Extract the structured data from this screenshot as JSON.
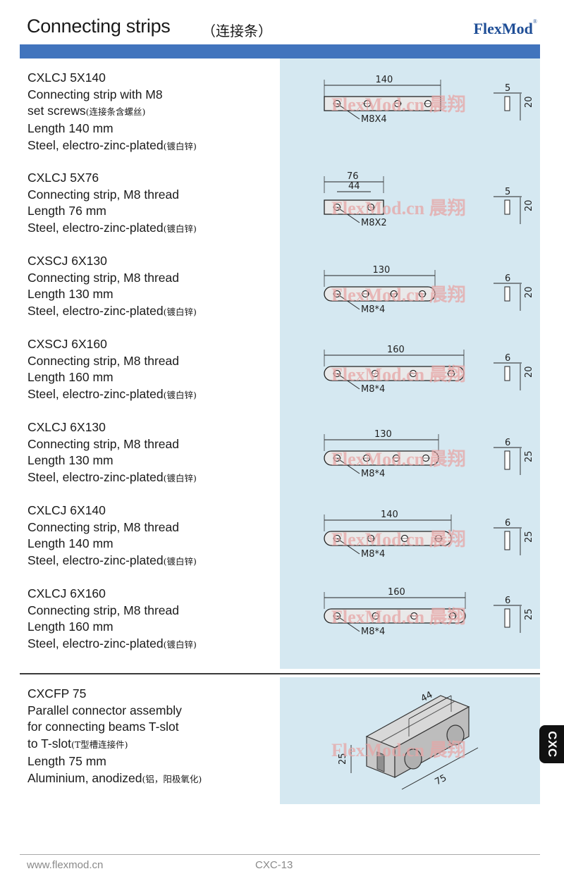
{
  "header": {
    "title": "Connecting strips",
    "title_cn": "（连接条）",
    "brand": "FlexMod",
    "brand_mark": "®"
  },
  "watermark": "FlexMod.cn 晨翔",
  "products": [
    {
      "code": "CXLCJ 5X140",
      "desc_lines": [
        "Connecting strip with M8"
      ],
      "desc_line2": "set screws",
      "desc_line2_cn": "(连接条含螺丝)",
      "length": "Length 140 mm",
      "material": "Steel, electro-zinc-plated",
      "material_cn": "(镀白锌)",
      "drawing": {
        "length_label": "140",
        "thickness_label": "5",
        "height_label": "20",
        "hole_label": "M8X4",
        "holes": 4,
        "round": false
      }
    },
    {
      "code": "CXLCJ 5X76",
      "desc": "Connecting strip, M8 thread",
      "length": "Length 76 mm",
      "material": "Steel, electro-zinc-plated",
      "material_cn": "(镀白锌)",
      "drawing": {
        "length_label": "76",
        "pitch_label": "44",
        "thickness_label": "5",
        "height_label": "20",
        "hole_label": "M8X2",
        "holes": 2,
        "round": false
      }
    },
    {
      "code": "CXSCJ 6X130",
      "desc": "Connecting strip, M8 thread",
      "length": "Length 130 mm",
      "material": "Steel, electro-zinc-plated",
      "material_cn": "(镀白锌)",
      "drawing": {
        "length_label": "130",
        "thickness_label": "6",
        "height_label": "20",
        "hole_label": "M8*4",
        "holes": 4,
        "round": true
      }
    },
    {
      "code": "CXSCJ 6X160",
      "desc": "Connecting strip, M8 thread",
      "length": "Length 160 mm",
      "material": "Steel, electro-zinc-plated",
      "material_cn": "(镀白锌)",
      "drawing": {
        "length_label": "160",
        "thickness_label": "6",
        "height_label": "20",
        "hole_label": "M8*4",
        "holes": 4,
        "round": true
      }
    },
    {
      "code": "CXLCJ 6X130",
      "desc": "Connecting strip, M8 thread",
      "length": "Length 130 mm",
      "material": "Steel, electro-zinc-plated",
      "material_cn": "(镀白锌)",
      "drawing": {
        "length_label": "130",
        "thickness_label": "6",
        "height_label": "25",
        "hole_label": "M8*4",
        "holes": 4,
        "round": true
      }
    },
    {
      "code": "CXLCJ 6X140",
      "desc": "Connecting strip, M8 thread",
      "length": "Length 140 mm",
      "material": "Steel, electro-zinc-plated",
      "material_cn": "(镀白锌)",
      "drawing": {
        "length_label": "140",
        "thickness_label": "6",
        "height_label": "25",
        "hole_label": "M8*4",
        "holes": 4,
        "round": true
      }
    },
    {
      "code": "CXLCJ 6X160",
      "desc": "Connecting strip, M8 thread",
      "length": "Length 160 mm",
      "material": "Steel, electro-zinc-plated",
      "material_cn": "(镀白锌)",
      "drawing": {
        "length_label": "160",
        "thickness_label": "6",
        "height_label": "25",
        "hole_label": "M8*4",
        "holes": 4,
        "round": true
      }
    }
  ],
  "assembly": {
    "code": "CXCFP 75",
    "line1": "Parallel connector assembly",
    "line2": "for connecting beams T-slot",
    "line3": "to T-slot",
    "line3_cn": "(T型槽连接件)",
    "length": "Length 75 mm",
    "material": "Aluminium, anodized",
    "material_cn": "(铝，阳极氧化)",
    "dim_width": "44",
    "dim_height": "25",
    "dim_length": "75"
  },
  "side_tab": "CXC",
  "footer": {
    "url": "www.flexmod.cn",
    "page": "CXC-13"
  }
}
